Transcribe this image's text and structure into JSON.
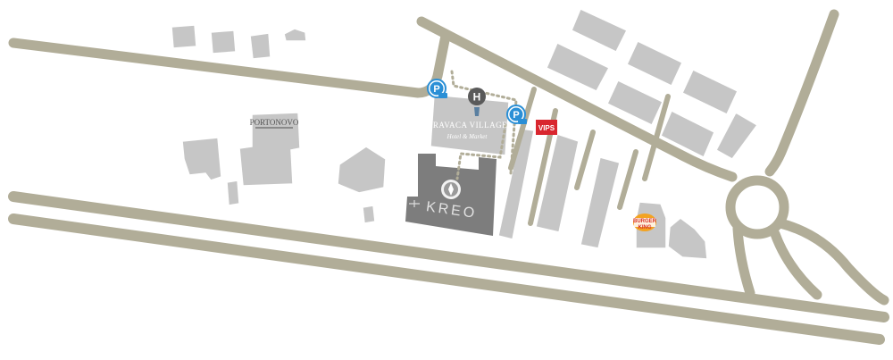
{
  "labels": {
    "portonovo": "PORTONOVO",
    "aravaca_title": "ARAVACA VILLAGE",
    "aravaca_subtitle": "Hotel & Market",
    "kreo": "KREO",
    "vips": "VIPS",
    "burger_king_line1": "BURGER",
    "burger_king_line2": "KING",
    "parking_letter": "P",
    "hotel_letter": "H"
  },
  "colors": {
    "road": "#b1ad98",
    "building": "#c6c6c6",
    "building_dark": "#7d7d7d",
    "parking": "#2a8fd6",
    "hotel": "#5a5a5a",
    "vips": "#d9262e",
    "burger_king_red": "#d8362b",
    "burger_king_orange": "#f3a321"
  },
  "icons": [
    "parking-icon",
    "hotel-icon",
    "vips-logo",
    "burger-king-logo",
    "kreo-logo",
    "location-marker-icon"
  ]
}
